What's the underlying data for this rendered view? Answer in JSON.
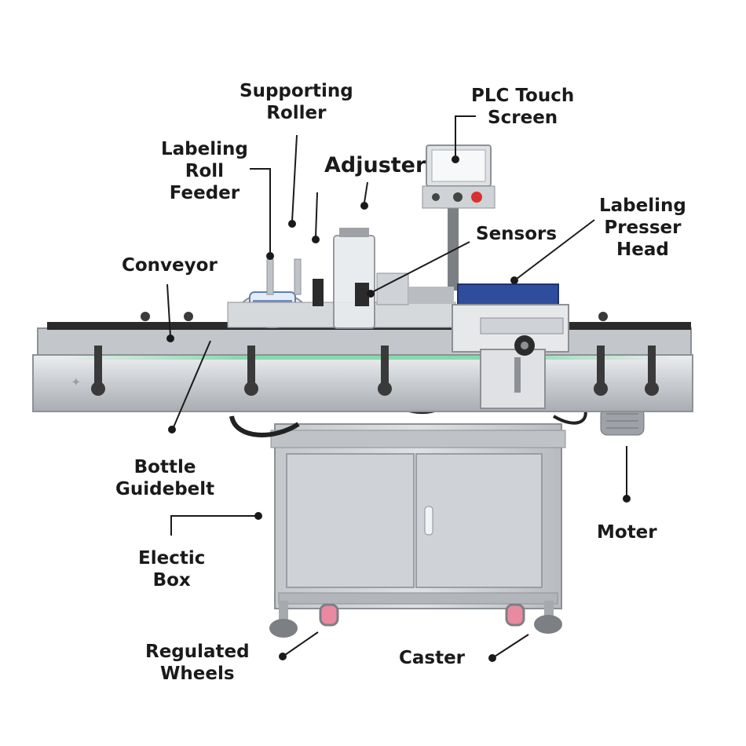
{
  "labels": {
    "supporting_roller": [
      "Supporting",
      "Roller"
    ],
    "plc_touch_screen": [
      "PLC Touch",
      "Screen"
    ],
    "labeling_roll_feeder": [
      "Labeling",
      "Roll",
      "Feeder"
    ],
    "adjuster": "Adjuster",
    "labeling_presser_head": [
      "Labeling",
      "Presser",
      "Head"
    ],
    "sensors": "Sensors",
    "conveyor": "Conveyor",
    "bottle_guidebelt": [
      "Bottle",
      "Guidebelt"
    ],
    "moter": "Moter",
    "electic_box": [
      "Electic",
      "Box"
    ],
    "regulated_wheels": [
      "Regulated",
      "Wheels"
    ],
    "caster": "Caster"
  },
  "colors": {
    "steel_light": "#d9dcdf",
    "steel_mid": "#b9bdc1",
    "steel_dark": "#8d9196",
    "belt": "#2b2b2b",
    "accent_blue": "#2f4d9c",
    "stop_red": "#d8312f",
    "wheel_pink": "#e98aa0",
    "leader": "#1a1a1a"
  }
}
